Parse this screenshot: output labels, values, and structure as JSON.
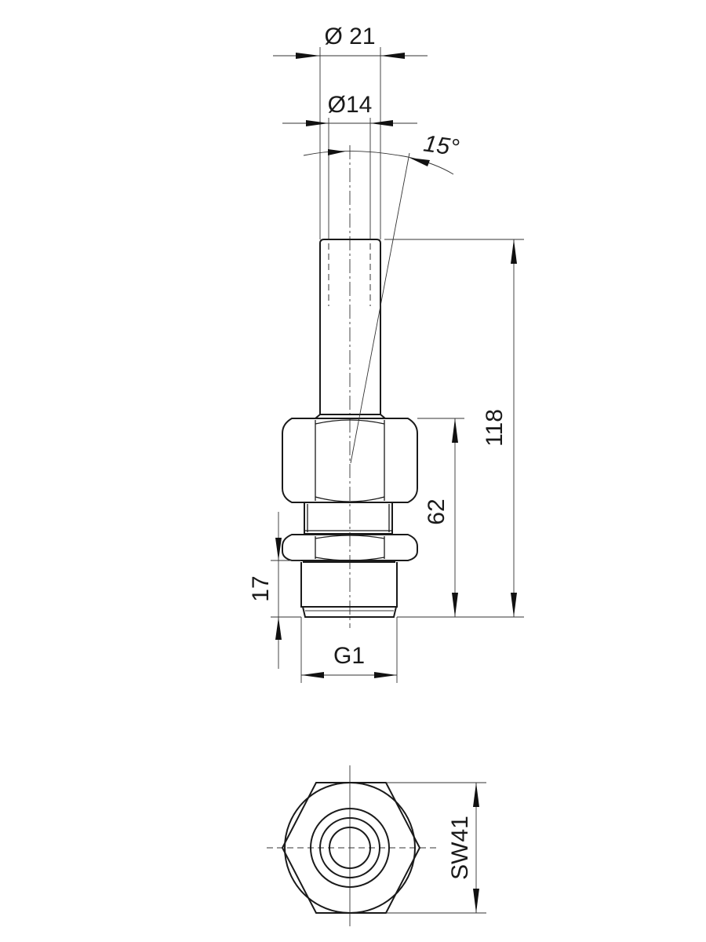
{
  "dimensions": {
    "outer_diameter": "Ø 21",
    "inner_diameter": "Ø14",
    "angle": "15°",
    "total_length": "118",
    "fitting_length": "62",
    "thread_length": "17",
    "thread": "G1",
    "wrench_size": "SW41"
  }
}
